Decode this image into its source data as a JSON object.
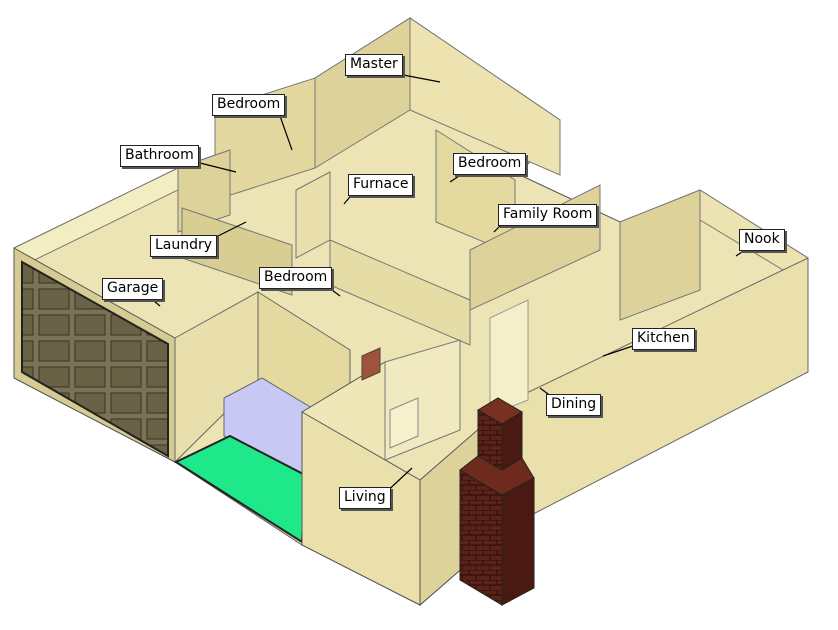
{
  "rooms": [
    {
      "id": "master",
      "label": "Master"
    },
    {
      "id": "bedroom-1",
      "label": "Bedroom"
    },
    {
      "id": "bathroom",
      "label": "Bathroom"
    },
    {
      "id": "furnace",
      "label": "Furnace"
    },
    {
      "id": "bedroom-2",
      "label": "Bedroom"
    },
    {
      "id": "family-room",
      "label": "Family Room"
    },
    {
      "id": "laundry",
      "label": "Laundry"
    },
    {
      "id": "nook",
      "label": "Nook"
    },
    {
      "id": "garage",
      "label": "Garage"
    },
    {
      "id": "bedroom-3",
      "label": "Bedroom"
    },
    {
      "id": "kitchen",
      "label": "Kitchen"
    },
    {
      "id": "dining",
      "label": "Dining"
    },
    {
      "id": "living",
      "label": "Living"
    }
  ],
  "colors": {
    "wall_top": "#f3edc2",
    "floor": "#ece4b4",
    "wall_light": "#ece3b0",
    "wall_mid": "#ddd29a",
    "wall_dark": "#c9bd84",
    "garage_door": "#6b6244",
    "chimney": "#5a2218",
    "bed_blue": "#c8c8f4",
    "rug_green": "#1ee88a"
  }
}
